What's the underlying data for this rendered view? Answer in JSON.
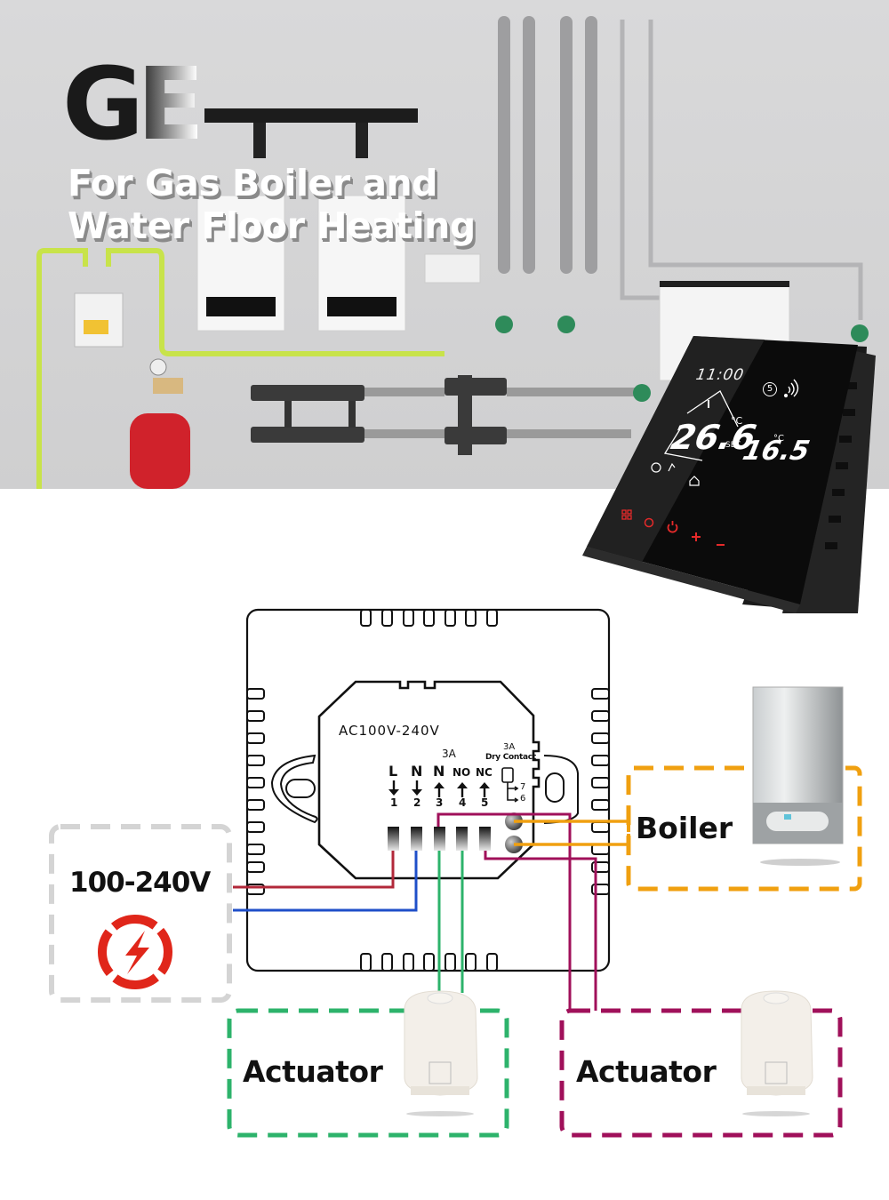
{
  "banner": {
    "brand": "GE",
    "headline_line1": "For Gas Boiler and",
    "headline_line2": "Water Floor Heating"
  },
  "thermostat": {
    "clock": "11:00",
    "room_temp": "26.6",
    "room_unit": "°C",
    "set_label": "SET",
    "set_temp": "16.5",
    "set_unit": "°C",
    "program_badge": "5",
    "icons": [
      "wifi-icon",
      "clock-icon",
      "hand-icon",
      "house-icon",
      "thermometer-icon",
      "menu-icon",
      "timer-icon",
      "power-icon",
      "plus-icon",
      "minus-icon"
    ],
    "accent_color": "#e52a2a"
  },
  "wiring": {
    "supply_label": "AC100V-240V",
    "relay_rating": "3A",
    "dry_contact_rating": "3A",
    "dry_contact_label": "Dry Contact",
    "terminals": [
      {
        "letter": "L",
        "number": "1",
        "direction": "down"
      },
      {
        "letter": "N",
        "number": "2",
        "direction": "down"
      },
      {
        "letter": "N",
        "number": "3",
        "direction": "up"
      },
      {
        "letter": "NO",
        "number": "4",
        "direction": "up"
      },
      {
        "letter": "NC",
        "number": "5",
        "direction": "up"
      }
    ],
    "dry_contact_pins": [
      "7",
      "6"
    ],
    "colors": {
      "live": "#b2283a",
      "neutral": "#1f4fc9",
      "no_circuit": "#2db36b",
      "nc_circuit": "#a0105a",
      "boiler": "#f0a010",
      "power_box": "#d4d4d4",
      "power_icon": "#e0261a"
    }
  },
  "boxes": {
    "power": {
      "label": "100-240V"
    },
    "boiler": {
      "label": "Boiler"
    },
    "actuator_no": {
      "label": "Actuator"
    },
    "actuator_nc": {
      "label": "Actuator"
    }
  }
}
